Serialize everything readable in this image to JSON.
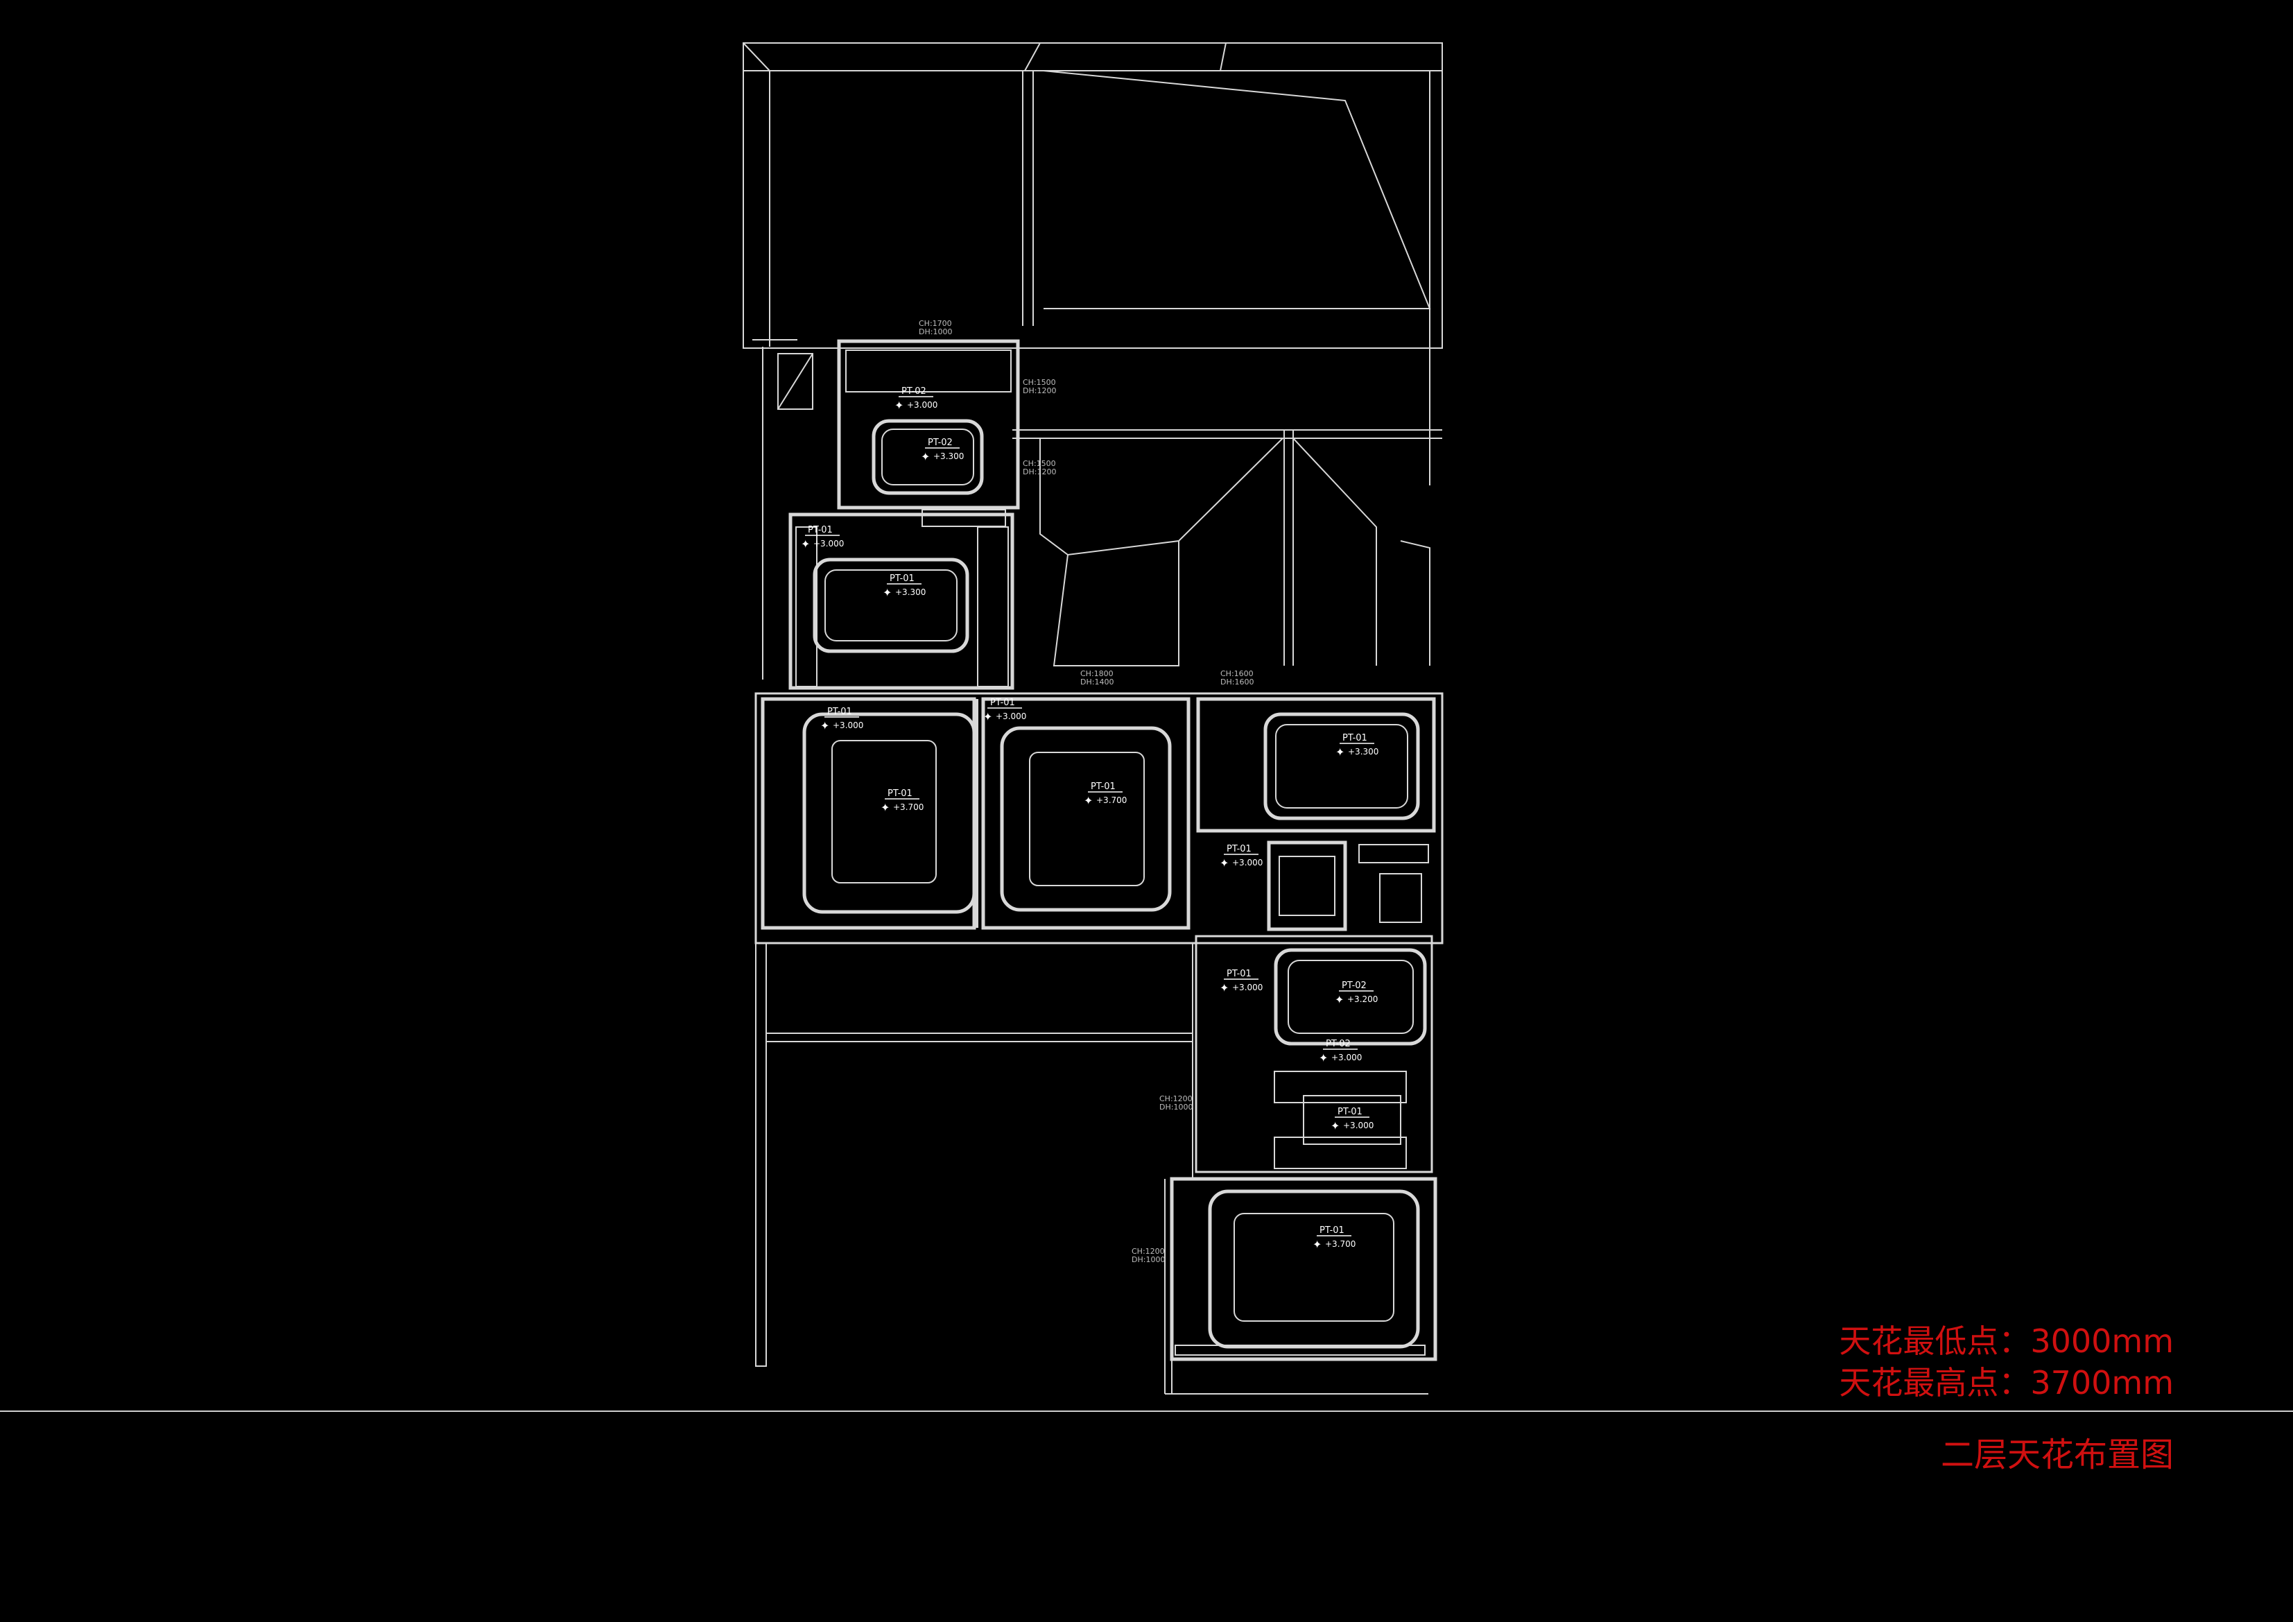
{
  "drawing": {
    "title": "二层天花布置图",
    "lowest_point_label": "天花最低点：3000mm",
    "highest_point_label": "天花最高点：3700mm",
    "colors": {
      "background": "#000000",
      "linework": "#d8d8d8",
      "annotation": "#d01010"
    }
  },
  "room_tags": [
    {
      "code": "PT-02",
      "height": "+3.000"
    },
    {
      "code": "PT-02",
      "height": "+3.300"
    },
    {
      "code": "PT-01",
      "height": "+3.000"
    },
    {
      "code": "PT-01",
      "height": "+3.300"
    },
    {
      "code": "PT-01",
      "height": "+3.000"
    },
    {
      "code": "PT-01",
      "height": "+3.700"
    },
    {
      "code": "PT-01",
      "height": "+3.000"
    },
    {
      "code": "PT-01",
      "height": "+3.700"
    },
    {
      "code": "PT-01",
      "height": "+3.300"
    },
    {
      "code": "PT-01",
      "height": "+3.000"
    },
    {
      "code": "PT-01",
      "height": "+3.000"
    },
    {
      "code": "PT-02",
      "height": "+3.200"
    },
    {
      "code": "PT-02",
      "height": "+3.000"
    },
    {
      "code": "PT-01",
      "height": "+3.000"
    },
    {
      "code": "PT-01",
      "height": "+3.700"
    }
  ],
  "level_notes": [
    {
      "ch": "CH:1700",
      "dh": "DH:1000"
    },
    {
      "ch": "CH:1500",
      "dh": "DH:1200"
    },
    {
      "ch": "CH:1500",
      "dh": "DH:1200"
    },
    {
      "ch": "CH:1600",
      "dh": "DH:1600"
    },
    {
      "ch": "CH:1800",
      "dh": "DH:1400"
    },
    {
      "ch": "CH:1200",
      "dh": "DH:1000"
    },
    {
      "ch": "CH:1200",
      "dh": "DH:1000"
    }
  ]
}
